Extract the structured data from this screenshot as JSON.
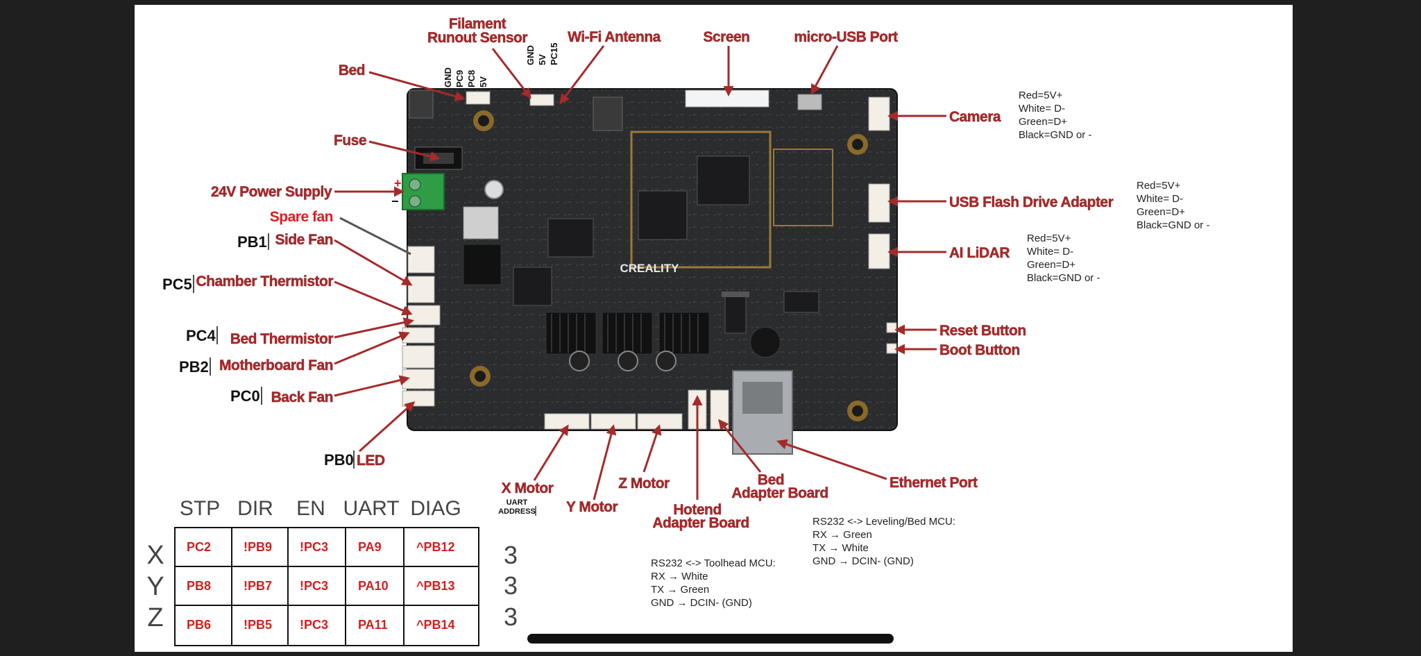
{
  "callouts": {
    "filament_line1": "Filament",
    "filament_line2": "Runout Sensor",
    "wifi": "Wi-Fi Antenna",
    "screen": "Screen",
    "micro_usb": "micro-USB Port",
    "bed": "Bed",
    "fuse": "Fuse",
    "power": "24V Power Supply",
    "spare_fan": "Spare fan",
    "side_fan": "Side Fan",
    "chamber_thermistor": "Chamber Thermistor",
    "bed_thermistor": "Bed Thermistor",
    "motherboard_fan": "Motherboard Fan",
    "back_fan": "Back Fan",
    "led": "LED",
    "camera": "Camera",
    "usb_flash": "USB Flash Drive Adapter",
    "ai_lidar": "AI LiDAR",
    "reset_button": "Reset Button",
    "boot_button": "Boot Button",
    "x_motor": "X Motor",
    "y_motor": "Y Motor",
    "z_motor": "Z Motor",
    "hotend_line1": "Hotend",
    "hotend_line2": "Adapter Board",
    "bed_adapter_line1": "Bed",
    "bed_adapter_line2": "Adapter Board",
    "ethernet": "Ethernet Port"
  },
  "pins": {
    "pb1": "PB1",
    "pc5": "PC5",
    "pc4": "PC4",
    "pb2": "PB2",
    "pc0": "PC0",
    "pb0": "PB0",
    "bed_header": [
      "GND",
      "PC9",
      "PC8",
      "5V"
    ],
    "runout_header": [
      "GND",
      "5V",
      "PC15"
    ],
    "uart_address_line1": "UART",
    "uart_address_line2": "ADDRESS"
  },
  "notes": {
    "camera": [
      "Red=5V+",
      "White= D-",
      "Green=D+",
      "Black=GND or -"
    ],
    "usb_flash": [
      "Red=5V+",
      "White= D-",
      "Green=D+",
      "Black=GND or -"
    ],
    "lidar": [
      "Red=5V+",
      "White= D-",
      "Green=D+",
      "Black=GND or -"
    ],
    "toolhead": [
      "RS232 <-> Toolhead MCU:",
      "RX → White",
      "TX → Green",
      "GND → DCIN- (GND)"
    ],
    "bed_mcu": [
      "RS232 <-> Leveling/Bed MCU:",
      "RX → Green",
      "TX → White",
      "GND → DCIN- (GND)"
    ]
  },
  "board": {
    "brand": "CREALITY",
    "power_plus": "+",
    "power_minus": "−"
  },
  "table": {
    "headers": [
      "STP",
      "DIR",
      "EN",
      "UART",
      "DIAG"
    ],
    "rows": [
      {
        "axis": "X",
        "cells": [
          "PC2",
          "!PB9",
          "!PC3",
          "PA9",
          "^PB12"
        ],
        "uart_addr": "3"
      },
      {
        "axis": "Y",
        "cells": [
          "PB8",
          "!PB7",
          "!PC3",
          "PA10",
          "^PB13"
        ],
        "uart_addr": "3"
      },
      {
        "axis": "Z",
        "cells": [
          "PB6",
          "!PB5",
          "!PC3",
          "PA11",
          "^PB14"
        ],
        "uart_addr": "3"
      }
    ]
  },
  "colors": {
    "callout": "#b0282a",
    "spare_fan": "#e01b1b",
    "board": "#2b2c2e"
  }
}
